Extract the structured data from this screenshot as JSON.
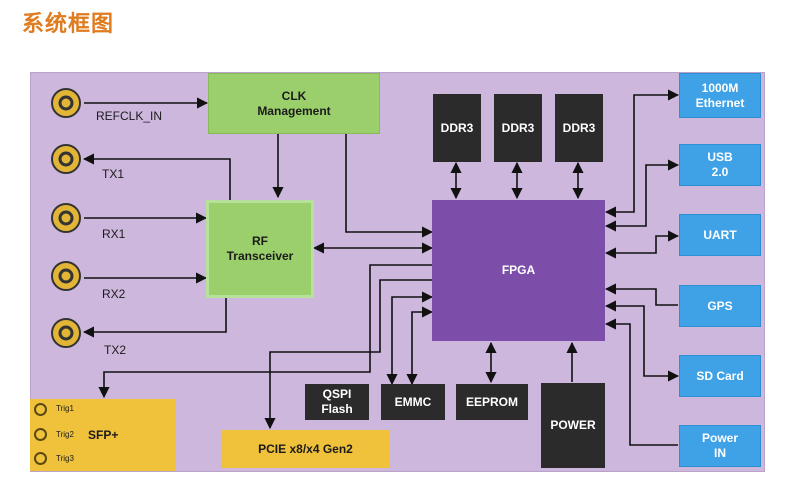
{
  "title": "系统框图",
  "ports": {
    "refclk": "REFCLK_IN",
    "tx1": "TX1",
    "rx1": "RX1",
    "rx2": "RX2",
    "tx2": "TX2"
  },
  "blocks": {
    "clk": "CLK\nManagement",
    "rf": "RF\nTransceiver",
    "fpga": "FPGA",
    "ddr3_1": "DDR3",
    "ddr3_2": "DDR3",
    "ddr3_3": "DDR3",
    "qspi": "QSPI\nFlash",
    "emmc": "EMMC",
    "eeprom": "EEPROM",
    "power": "POWER",
    "pcie": "PCIE x8/x4 Gen2",
    "sfp": "SFP+"
  },
  "sfp_triggers": [
    "Trig1",
    "Trig2",
    "Trig3"
  ],
  "right_blocks": {
    "ethernet": "1000M\nEthernet",
    "usb": "USB\n2.0",
    "uart": "UART",
    "gps": "GPS",
    "sdcard": "SD Card",
    "power_in": "Power\nIN"
  },
  "colors": {
    "panel": "#cdb7dd",
    "green": "#9bcf6c",
    "fpga": "#7c4ea9",
    "blue": "#3fa1e6",
    "dark": "#2b2b2b",
    "yellow": "#f0c13a",
    "title": "#e07b1f"
  }
}
